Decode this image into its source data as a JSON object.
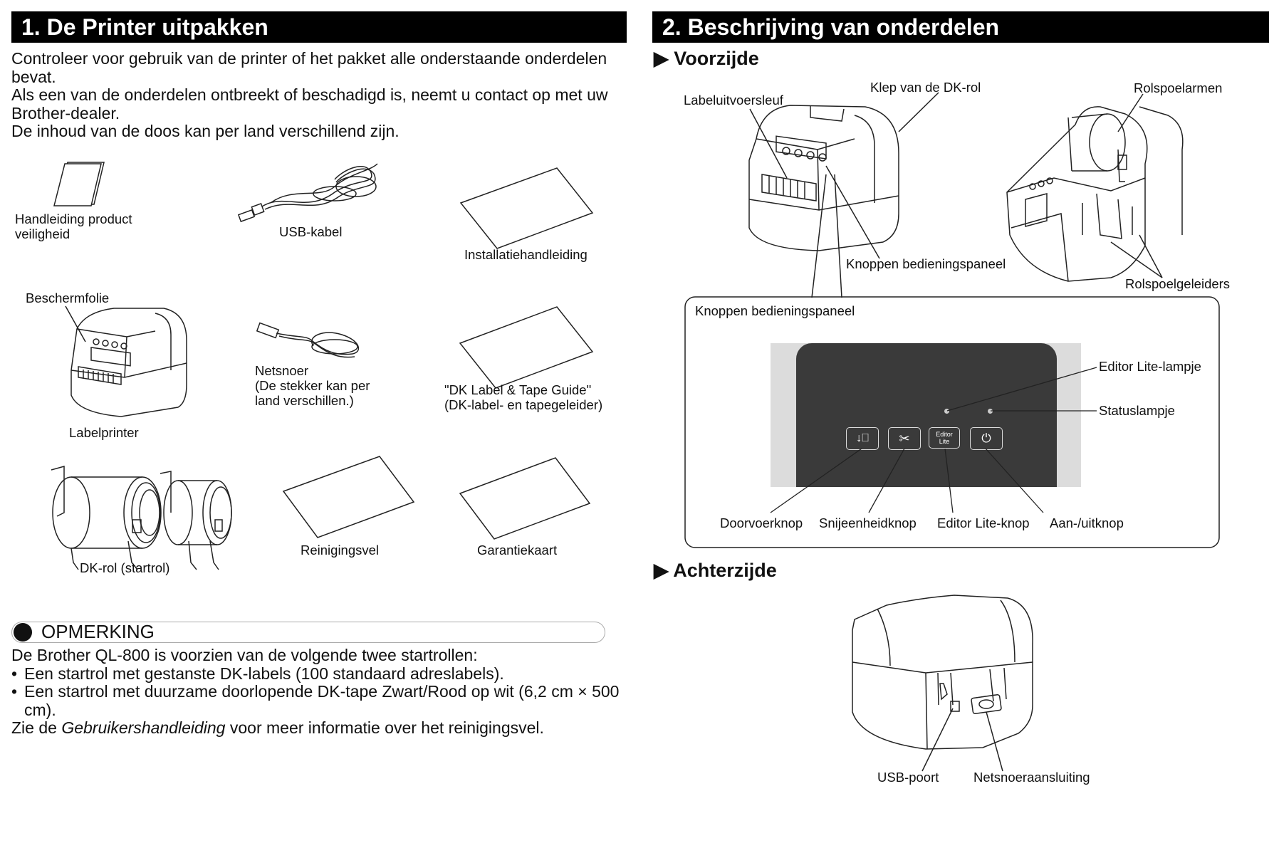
{
  "section1": {
    "title": "1. De Printer uitpakken",
    "intro": [
      "Controleer voor gebruik van de printer of het pakket alle onderstaande onderdelen",
      "bevat.",
      "Als een van de onderdelen ontbreekt of beschadigd is, neemt u contact op met uw",
      "Brother-dealer.",
      "De inhoud van de doos kan per land verschillend zijn."
    ],
    "items": {
      "manual": [
        "Handleiding product",
        "veiligheid"
      ],
      "usb_cable": "USB-kabel",
      "install_guide": "Installatiehandleiding",
      "protective_film": "Beschermfolie",
      "label_printer": "Labelprinter",
      "power_cord": [
        "Netsnoer",
        "(De stekker kan per",
        "land verschillen.)"
      ],
      "dk_guide": [
        "\"DK Label & Tape Guide\"",
        "(DK-label- en tapegeleider)"
      ],
      "dk_roll": "DK-rol (startrol)",
      "cleaning_sheet": "Reinigingsvel",
      "warranty_card": "Garantiekaart"
    },
    "note": {
      "title": "OPMERKING",
      "line1": "De Brother QL-800 is voorzien van de volgende twee startrollen:",
      "bullet1": "Een startrol met gestanste DK-labels (100 standaard adreslabels).",
      "bullet2": "Een startrol met duurzame doorlopende DK-tape Zwart/Rood op wit (6,2 cm × 500 cm).",
      "last_pre": "Zie de ",
      "last_italic": "Gebruikershandleiding",
      "last_post": " voor meer informatie over het reinigingsvel."
    }
  },
  "section2": {
    "title": "2. Beschrijving van onderdelen",
    "front_heading": "Voorzijde",
    "front_labels": {
      "label_slot": "Labeluitvoersleuf",
      "dk_cover": "Klep van de DK-rol",
      "spool_arms": "Rolspoelarmen",
      "panel_buttons": "Knoppen bedieningspaneel",
      "spool_guides": "Rolspoelgeleiders"
    },
    "panel_box": {
      "title": "Knoppen bedieningspaneel",
      "editor_lamp": "Editor Lite-lampje",
      "status_lamp": "Statuslampje",
      "editor_btn_text": [
        "Editor",
        "Lite"
      ],
      "feed_btn": "Doorvoerknop",
      "cutter_btn": "Snijeenheidknop",
      "editor_btn": "Editor Lite-knop",
      "power_btn": "Aan-/uitknop"
    },
    "back_heading": "Achterzijde",
    "back_labels": {
      "usb_port": "USB-poort",
      "power_port": "Netsnoeraansluiting"
    }
  }
}
